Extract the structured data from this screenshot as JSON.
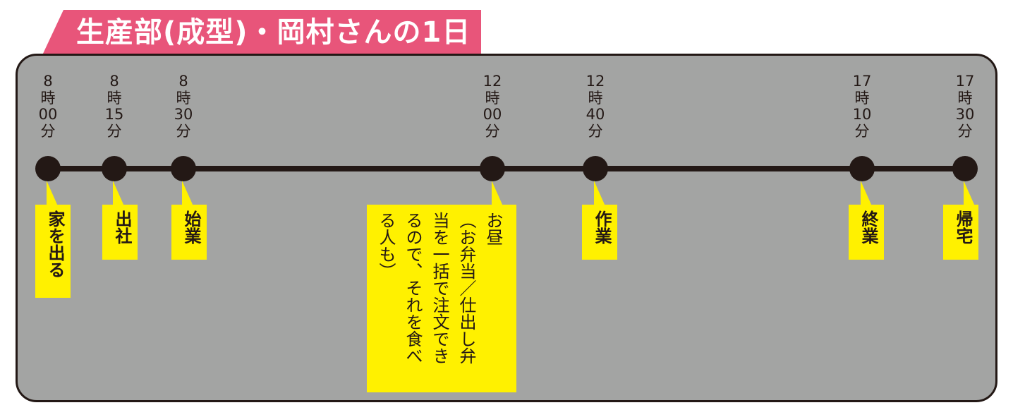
{
  "title": "生産部(成型)・岡村さんの1日",
  "colors": {
    "title_bg": "#e8557a",
    "panel_bg": "#a3a4a3",
    "line": "#231815",
    "box": "#fff100"
  },
  "events": [
    {
      "time": {
        "h": "8",
        "hu": "時",
        "m": "00",
        "mu": "分"
      },
      "label": [
        "家を出る"
      ]
    },
    {
      "time": {
        "h": "8",
        "hu": "時",
        "m": "15",
        "mu": "分"
      },
      "label": [
        "出社"
      ]
    },
    {
      "time": {
        "h": "8",
        "hu": "時",
        "m": "30",
        "mu": "分"
      },
      "label": [
        "始業"
      ]
    },
    {
      "time": {
        "h": "12",
        "hu": "時",
        "m": "00",
        "mu": "分"
      },
      "label": [
        "お昼",
        "（お弁当／仕出し弁",
        "当を一括で注文でき",
        "るので、それを食べ",
        "る人も）"
      ]
    },
    {
      "time": {
        "h": "12",
        "hu": "時",
        "m": "40",
        "mu": "分"
      },
      "label": [
        "作業"
      ]
    },
    {
      "time": {
        "h": "17",
        "hu": "時",
        "m": "10",
        "mu": "分"
      },
      "label": [
        "終業"
      ]
    },
    {
      "time": {
        "h": "17",
        "hu": "時",
        "m": "30",
        "mu": "分"
      },
      "label": [
        "帰宅"
      ]
    }
  ]
}
